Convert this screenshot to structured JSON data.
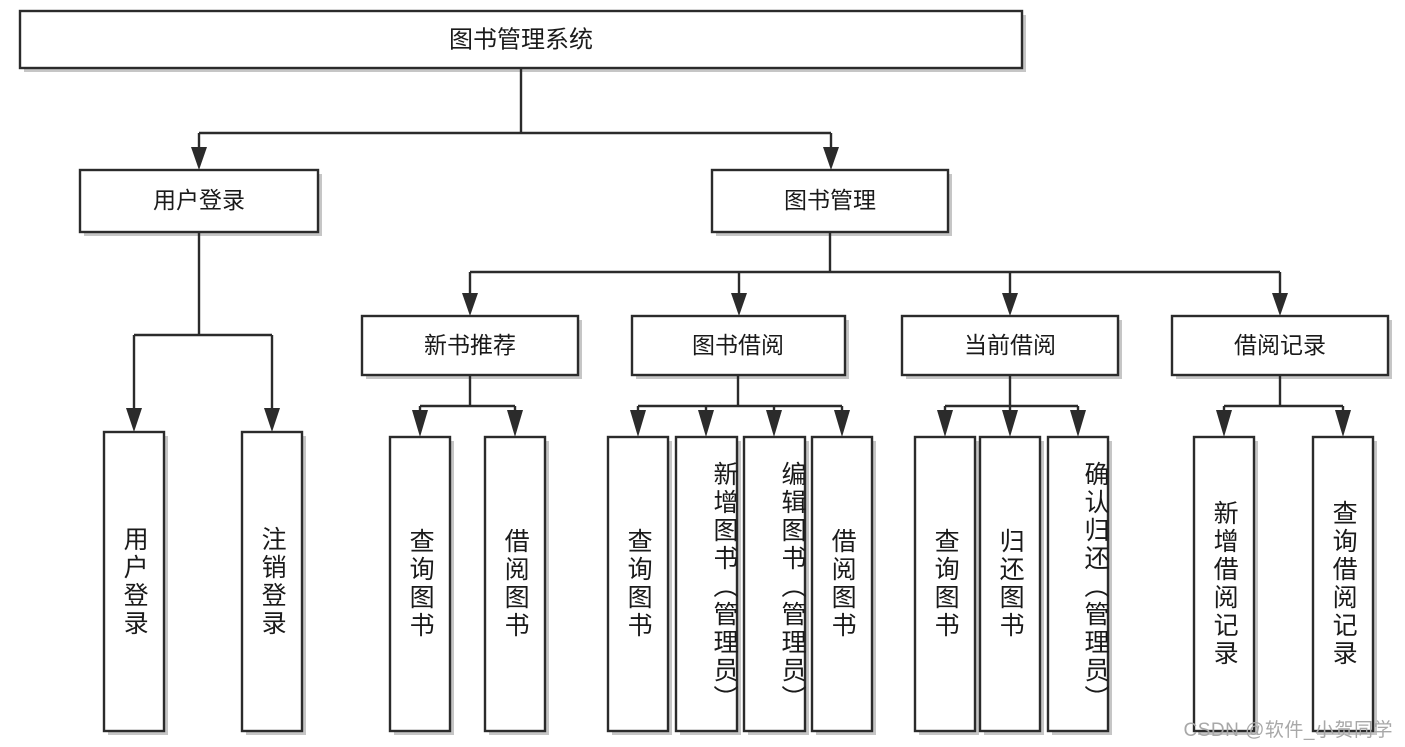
{
  "diagram": {
    "type": "tree-hierarchy",
    "title": "图书管理系统",
    "watermark": "CSDN @软件_小贺同学",
    "colors": {
      "box_stroke": "#2b2b2b",
      "box_fill": "#ffffff",
      "text": "#1a1a1a",
      "shadow": "#b3b3b3",
      "watermark": "#a8a8a8",
      "background": "#ffffff"
    },
    "root": {
      "label": "图书管理系统"
    },
    "level1": [
      {
        "label": "用户登录"
      },
      {
        "label": "图书管理"
      }
    ],
    "level2": [
      {
        "label": "新书推荐"
      },
      {
        "label": "图书借阅"
      },
      {
        "label": "当前借阅"
      },
      {
        "label": "借阅记录"
      }
    ],
    "leaves": {
      "user_login": [
        {
          "label": "用户登录"
        },
        {
          "label": "注销登录"
        }
      ],
      "new_book": [
        {
          "label": "查询图书"
        },
        {
          "label": "借阅图书"
        }
      ],
      "book_borrow": [
        {
          "label": "查询图书"
        },
        {
          "label": "新增图书（管理员）"
        },
        {
          "label": "编辑图书（管理员）"
        },
        {
          "label": "借阅图书"
        }
      ],
      "current_borrow": [
        {
          "label": "查询图书"
        },
        {
          "label": "归还图书"
        },
        {
          "label": "确认归还（管理员）"
        }
      ],
      "borrow_record": [
        {
          "label": "新增借阅记录"
        },
        {
          "label": "查询借阅记录"
        }
      ]
    }
  }
}
